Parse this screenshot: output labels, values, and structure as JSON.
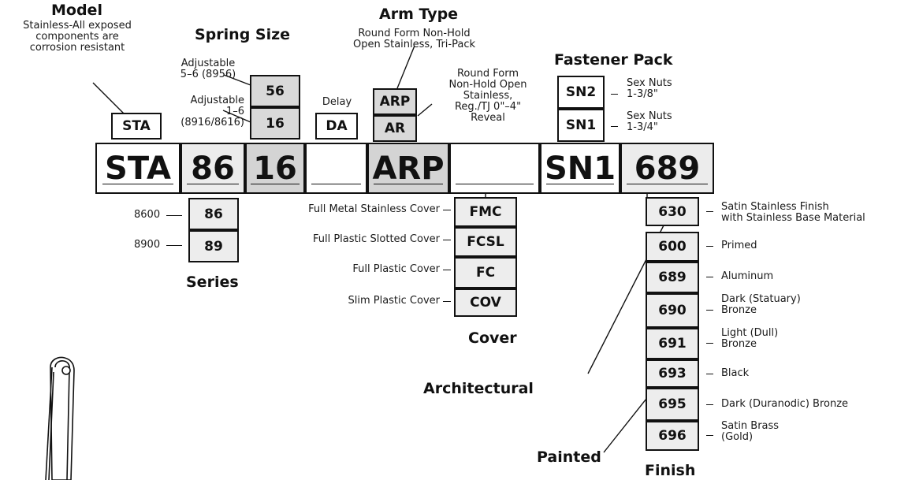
{
  "headings": {
    "model": "Model",
    "spring_size": "Spring Size",
    "arm_type": "Arm Type",
    "fastener_pack": "Fastener Pack",
    "series": "Series",
    "cover": "Cover",
    "architectural": "Architectural",
    "painted": "Painted",
    "finish": "Finish"
  },
  "model": {
    "description": "Stainless-All exposed\ncomponents are\ncorrosion resistant",
    "code": "STA"
  },
  "spring_size": {
    "options": [
      {
        "label": "Adjustable\n5–6 (8956)",
        "code": "56"
      },
      {
        "label": "Adjustable\n1–6\n(8916/8616)",
        "code": "16"
      }
    ]
  },
  "delay": {
    "label": "Delay",
    "code": "DA"
  },
  "arm_type": {
    "description": "Round Form Non-Hold\nOpen Stainless, Tri-Pack",
    "options": [
      {
        "code": "ARP"
      },
      {
        "code": "AR",
        "label": "Round Form\nNon-Hold Open\nStainless,\nReg./TJ 0\"–4\"\nReveal"
      }
    ]
  },
  "fastener_pack": {
    "options": [
      {
        "code": "SN2",
        "label": "Sex Nuts\n1-3/8\""
      },
      {
        "code": "SN1",
        "label": "Sex Nuts\n1-3/4\""
      }
    ]
  },
  "part_number": {
    "segments": [
      "STA",
      "86",
      "16",
      "",
      "ARP",
      "",
      "SN1",
      "689"
    ]
  },
  "series": {
    "options": [
      {
        "label": "8600",
        "code": "86"
      },
      {
        "label": "8900",
        "code": "89"
      }
    ]
  },
  "cover": {
    "options": [
      {
        "label": "Full Metal Stainless Cover",
        "code": "FMC"
      },
      {
        "label": "Full Plastic Slotted Cover",
        "code": "FCSL"
      },
      {
        "label": "Full Plastic Cover",
        "code": "FC"
      },
      {
        "label": "Slim Plastic Cover",
        "code": "COV"
      }
    ]
  },
  "finish": {
    "architectural": [
      {
        "code": "630",
        "label": "Satin Stainless Finish\nwith Stainless Base Material"
      }
    ],
    "painted": [
      {
        "code": "600",
        "label": "Primed"
      },
      {
        "code": "689",
        "label": "Aluminum"
      },
      {
        "code": "690",
        "label": "Dark (Statuary)\nBronze"
      },
      {
        "code": "691",
        "label": "Light (Dull)\nBronze"
      },
      {
        "code": "693",
        "label": "Black"
      },
      {
        "code": "695",
        "label": "Dark (Duranodic) Bronze"
      },
      {
        "code": "696",
        "label": "Satin Brass\n(Gold)"
      }
    ]
  },
  "colors": {
    "stroke": "#111111",
    "box_fill": "#ededed",
    "dark_fill": "#d4d4d4",
    "background": "#ffffff"
  }
}
